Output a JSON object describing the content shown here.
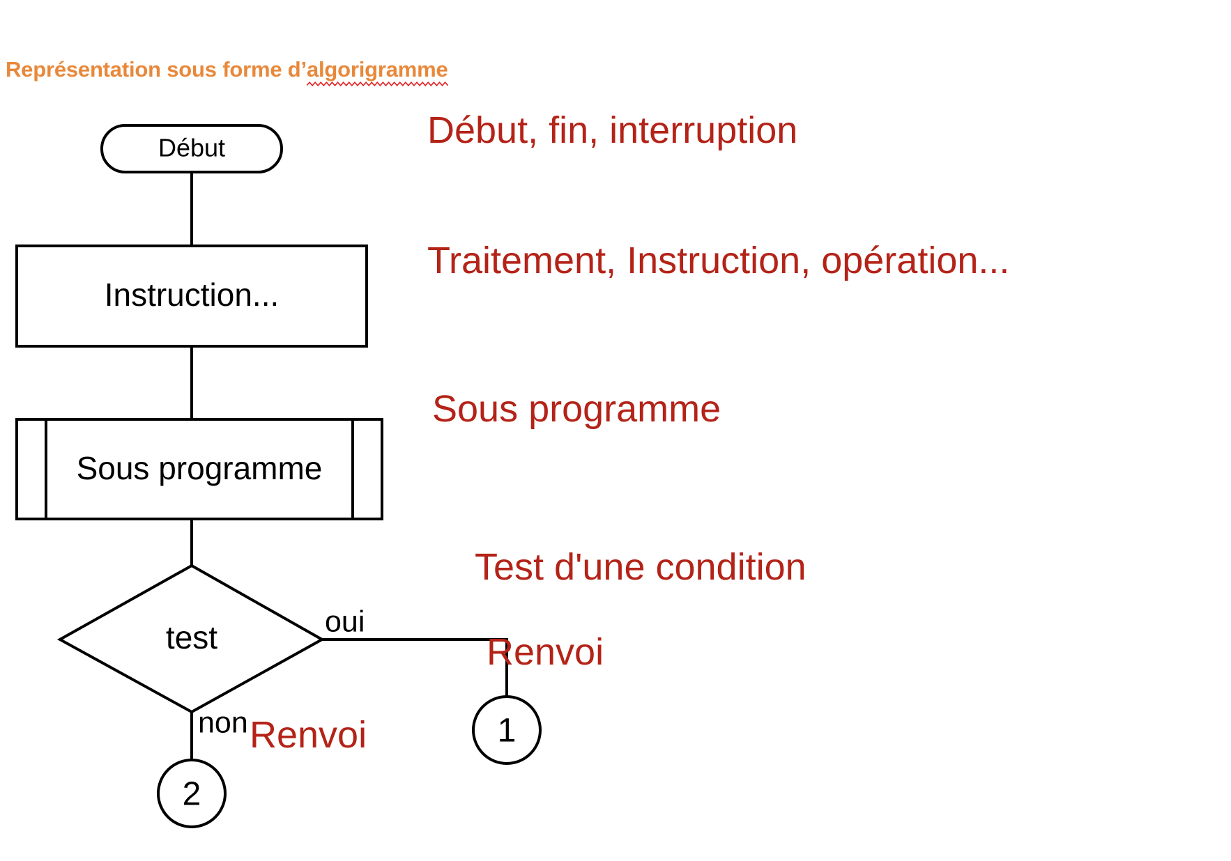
{
  "title": {
    "prefix": "Représentation sous forme d’",
    "misspelled_word": "algorigramme",
    "color": "#E8883A",
    "spellcheck_underline_color": "#E02020"
  },
  "colors": {
    "shape_stroke": "#000000",
    "shape_fill": "#FFFFFF",
    "caption_red": "#B42318",
    "title_orange": "#E8883A"
  },
  "flowchart": {
    "type": "flowchart",
    "nodes": [
      {
        "id": "start",
        "shape": "terminator",
        "label": "Début",
        "caption": "Début, fin, interruption"
      },
      {
        "id": "process",
        "shape": "process",
        "label": "Instruction...",
        "caption": "Traitement, Instruction, opération..."
      },
      {
        "id": "subroutine",
        "shape": "subroutine",
        "label": "Sous programme",
        "caption": "Sous programme"
      },
      {
        "id": "decision",
        "shape": "diamond",
        "label": "test",
        "caption": "Test d'une condition"
      },
      {
        "id": "ref1",
        "shape": "connector",
        "label": "1",
        "caption": "Renvoi"
      },
      {
        "id": "ref2",
        "shape": "connector",
        "label": "2",
        "caption": "Renvoi"
      }
    ],
    "edges": [
      {
        "from": "start",
        "to": "process",
        "label": ""
      },
      {
        "from": "process",
        "to": "subroutine",
        "label": ""
      },
      {
        "from": "subroutine",
        "to": "decision",
        "label": ""
      },
      {
        "from": "decision",
        "to": "ref1",
        "label": "oui"
      },
      {
        "from": "decision",
        "to": "ref2",
        "label": "non"
      }
    ],
    "branch_labels": {
      "yes": "oui",
      "no": "non"
    }
  },
  "captions": {
    "terminator": "Début, fin, interruption",
    "process": "Traitement, Instruction, opération...",
    "subroutine": "Sous programme",
    "decision": "Test d'une condition",
    "connector_1": "Renvoi",
    "connector_2": "Renvoi"
  },
  "node_labels": {
    "start": "Début",
    "process": "Instruction...",
    "subroutine": "Sous programme",
    "decision": "test",
    "ref1": "1",
    "ref2": "2"
  }
}
